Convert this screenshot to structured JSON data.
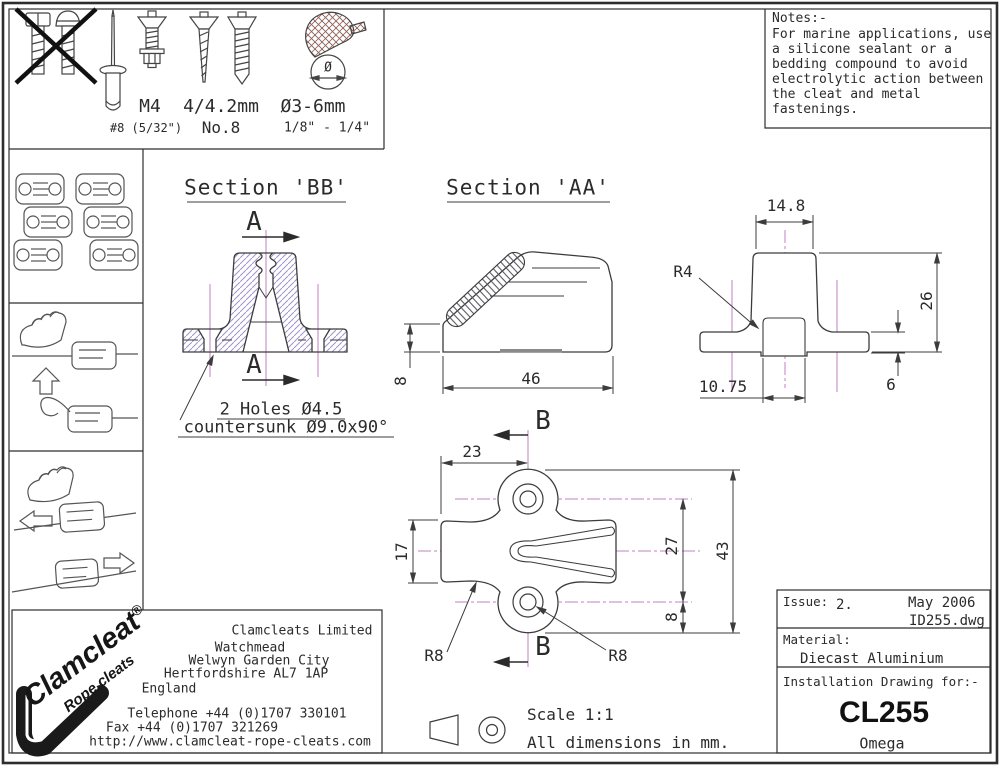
{
  "colors": {
    "line": "#3c3c3c",
    "centerline": "#c080c0",
    "hatch": "#a294cb",
    "rope_weave": "#b35b4a"
  },
  "fastener_panel": {
    "m4": "M4",
    "m4_sub": "#8 (5/32\")",
    "wood": "4/4.2mm",
    "wood_sub": "No.8",
    "rope": "Ø3-6mm",
    "rope_sub": "1/8\" - 1/4\"",
    "dia_symbol": "Ø"
  },
  "notes": {
    "title": "Notes:-",
    "lines": [
      "For marine applications, use",
      "a silicone sealant or a",
      "bedding compound to avoid",
      "electrolytic action between",
      "the cleat and metal",
      "fastenings."
    ]
  },
  "views": {
    "bb": {
      "title": "Section 'BB'",
      "marker": "A",
      "note1": "2 Holes Ø4.5",
      "note2": "countersunk Ø9.0x90°"
    },
    "aa": {
      "title": "Section 'AA'",
      "dim_width": "46",
      "dim_height": "8"
    },
    "front": {
      "dim_top": "14.8",
      "radius": "R4",
      "dim_height": "26",
      "dim_channel": "10.75",
      "dim_flange": "6"
    },
    "plan": {
      "marker": "B",
      "dim_23": "23",
      "dim_17": "17",
      "dim_27": "27",
      "dim_43": "43",
      "dim_8": "8",
      "r8_left": "R8",
      "r8_right": "R8"
    }
  },
  "footer": {
    "scale": "Scale 1:1",
    "units": "All dimensions in mm."
  },
  "logo": {
    "brand": "Clamcleat",
    "reg": "®",
    "tagline": "Rope cleats"
  },
  "address": {
    "l1": "Clamcleats Limited",
    "l2": "Watchmead",
    "l3": "Welwyn Garden City",
    "l4": "Hertfordshire AL7 1AP",
    "l5": "England",
    "phone": "Telephone +44 (0)1707 330101",
    "fax": "Fax +44 (0)1707 321269",
    "web": "http://www.clamcleat-rope-cleats.com"
  },
  "title_block": {
    "issue_label": "Issue:",
    "issue_no": "2.",
    "date": "May 2006",
    "file": "ID255.dwg",
    "material_label": "Material:",
    "material": "Diecast Aluminium",
    "drawing_label": "Installation Drawing for:-",
    "product_code": "CL255",
    "product_name": "Omega"
  }
}
